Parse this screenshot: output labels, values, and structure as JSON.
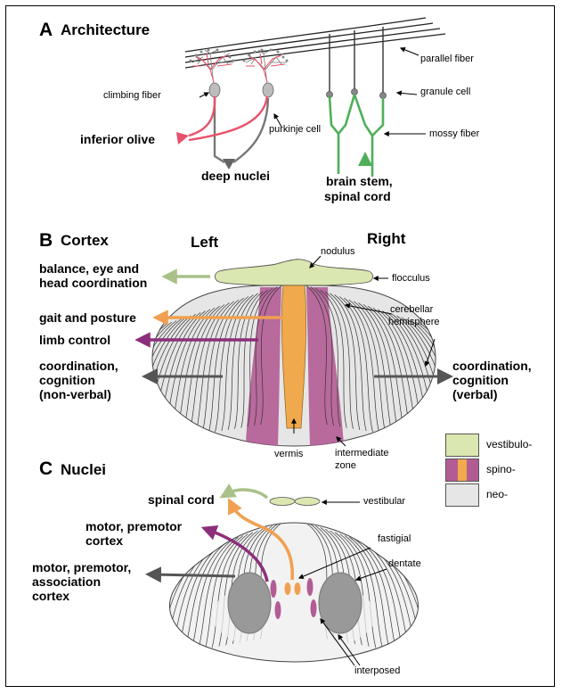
{
  "panelA": {
    "letter": "A",
    "title": "Architecture",
    "labels": {
      "parallel": "parallel fiber",
      "climbing": "climbing fiber",
      "granule": "granule cell",
      "olive": "inferior olive",
      "purkinje": "purkinje cell",
      "mossy": "mossy fiber",
      "deep": "deep nuclei",
      "brainstem1": "brain stem,",
      "brainstem2": "spinal cord"
    }
  },
  "panelB": {
    "letter": "B",
    "title": "Cortex",
    "left": "Left",
    "right": "Right",
    "labels": {
      "nodulus": "nodulus",
      "flocculus": "flocculus",
      "balance1": "balance, eye and",
      "balance2": "head coordination",
      "gait": "gait and posture",
      "limb": "limb control",
      "hemi1": "cerebellar",
      "hemi2": "hemisphere",
      "coordL1": "coordination,",
      "coordL2": "cognition",
      "coordL3": "(non-verbal)",
      "coordR1": "coordination,",
      "coordR2": "cognition",
      "coordR3": "(verbal)",
      "vermis": "vermis",
      "inter1": "intermediate",
      "inter2": "zone"
    }
  },
  "legend": {
    "items": [
      {
        "label": "vestibulo-",
        "color": "#dbe7b0"
      },
      {
        "label": "spino-",
        "color": "#b25c95"
      },
      {
        "label": "neo-",
        "color": "#e6e6e6"
      }
    ],
    "spino_center": "#f0a94c"
  },
  "panelC": {
    "letter": "C",
    "title": "Nuclei",
    "labels": {
      "spinal": "spinal cord",
      "motor1": "motor, premotor",
      "motor2": "cortex",
      "motorA1": "motor, premotor,",
      "motorA2": "association",
      "motorA3": "cortex",
      "vestibular": "vestibular",
      "fastigial": "fastigial",
      "dentate": "dentate",
      "interposed": "interposed"
    }
  },
  "colors": {
    "green": "#4faf58",
    "red": "#e8516b",
    "purple": "#8c2f7b",
    "orange": "#f0a050",
    "sage": "#a9c189",
    "gray": "#555555"
  }
}
